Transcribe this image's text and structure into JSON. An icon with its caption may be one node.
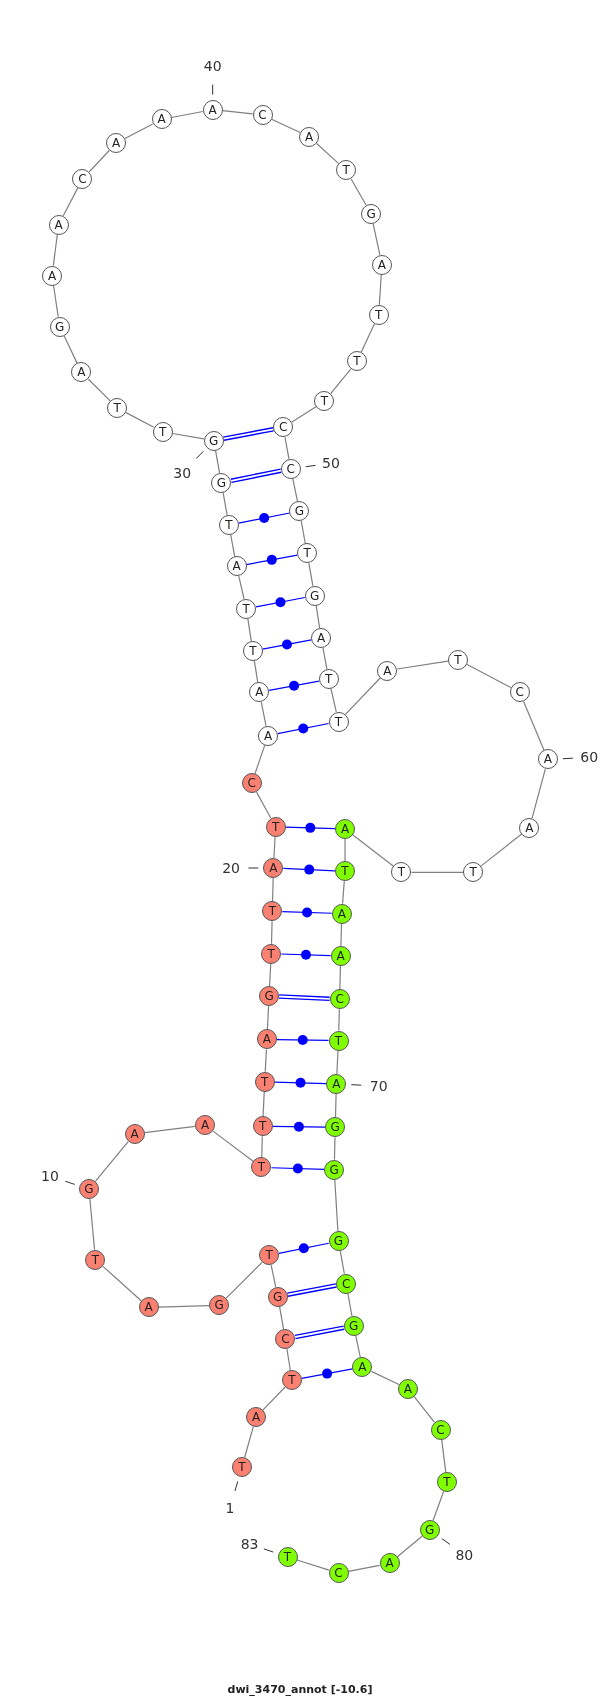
{
  "diagram": {
    "caption": "dwi_3470_annot [-10.6]",
    "nodes": [
      {
        "text": [
          "T"
        ],
        "beside": [
          "1"
        ]
      },
      {
        "text": [
          "A"
        ]
      },
      {
        "text": [
          "T"
        ]
      },
      {
        "text": [
          "C"
        ]
      },
      {
        "text": [
          "G"
        ]
      },
      {
        "text": [
          "T"
        ]
      },
      {
        "text": [
          "G"
        ]
      },
      {
        "text": [
          "A"
        ]
      },
      {
        "text": [
          "T"
        ]
      },
      {
        "text": [
          "G"
        ],
        "beside": [
          "10"
        ]
      },
      {
        "text": [
          "A"
        ]
      },
      {
        "text": [
          "A"
        ]
      },
      {
        "text": [
          "T"
        ]
      },
      {
        "text": [
          "T"
        ]
      },
      {
        "text": [
          "T"
        ]
      },
      {
        "text": [
          "A"
        ]
      },
      {
        "text": [
          "G"
        ]
      },
      {
        "text": [
          "T"
        ]
      },
      {
        "text": [
          "T"
        ]
      },
      {
        "text": [
          "A"
        ],
        "beside": [
          "20"
        ]
      },
      {
        "text": [
          "T"
        ]
      },
      {
        "text": [
          "C"
        ]
      },
      {
        "text": [
          "A"
        ]
      },
      {
        "text": [
          "A"
        ]
      },
      {
        "text": [
          "T"
        ]
      },
      {
        "text": [
          "T"
        ]
      },
      {
        "text": [
          "A"
        ]
      },
      {
        "text": [
          "T"
        ]
      },
      {
        "text": [
          "G"
        ]
      },
      {
        "text": [
          "G"
        ],
        "beside": [
          "30"
        ]
      },
      {
        "text": [
          "T"
        ]
      },
      {
        "text": [
          "T"
        ]
      },
      {
        "text": [
          "A"
        ]
      },
      {
        "text": [
          "G"
        ]
      },
      {
        "text": [
          "A"
        ]
      },
      {
        "text": [
          "A"
        ]
      },
      {
        "text": [
          "C"
        ]
      },
      {
        "text": [
          "A"
        ]
      },
      {
        "text": [
          "A"
        ]
      },
      {
        "text": [
          "A"
        ],
        "beside": [
          "40"
        ]
      },
      {
        "text": [
          "C"
        ]
      },
      {
        "text": [
          "A"
        ]
      },
      {
        "text": [
          "T"
        ]
      },
      {
        "text": [
          "G"
        ]
      },
      {
        "text": [
          "A"
        ]
      },
      {
        "text": [
          "T"
        ]
      },
      {
        "text": [
          "T"
        ]
      },
      {
        "text": [
          "T"
        ]
      },
      {
        "text": [
          "C"
        ]
      },
      {
        "text": [
          "C"
        ],
        "beside": [
          "50"
        ]
      },
      {
        "text": [
          "G"
        ]
      },
      {
        "text": [
          "T"
        ]
      },
      {
        "text": [
          "G"
        ]
      },
      {
        "text": [
          "A"
        ]
      },
      {
        "text": [
          "T"
        ]
      },
      {
        "text": [
          "T"
        ]
      },
      {
        "text": [
          "A"
        ]
      },
      {
        "text": [
          "T"
        ]
      },
      {
        "text": [
          "C"
        ]
      },
      {
        "text": [
          "A"
        ],
        "beside": [
          "60"
        ]
      },
      {
        "text": [
          "A"
        ]
      },
      {
        "text": [
          "T"
        ]
      },
      {
        "text": [
          "T"
        ]
      },
      {
        "text": [
          "A"
        ]
      },
      {
        "text": [
          "T"
        ]
      },
      {
        "text": [
          "A"
        ]
      },
      {
        "text": [
          "A"
        ]
      },
      {
        "text": [
          "C"
        ]
      },
      {
        "text": [
          "T"
        ]
      },
      {
        "text": [
          "A"
        ],
        "beside": [
          "70"
        ]
      },
      {
        "text": [
          "G"
        ]
      },
      {
        "text": [
          "G"
        ]
      },
      {
        "text": [
          "G"
        ]
      },
      {
        "text": [
          "C"
        ]
      },
      {
        "text": [
          "G"
        ]
      },
      {
        "text": [
          "A"
        ]
      },
      {
        "text": [
          "A"
        ]
      },
      {
        "text": [
          "C"
        ]
      },
      {
        "text": [
          "T"
        ]
      },
      {
        "text": [
          "G"
        ],
        "beside": [
          "80"
        ]
      },
      {
        "text": [
          "A"
        ]
      },
      {
        "text": [
          "C"
        ]
      },
      {
        "text": [
          "T"
        ],
        "beside": [
          "83"
        ]
      }
    ],
    "edges": [
      {
        "from": 0,
        "to": 1,
        "arrow": "none"
      },
      {
        "from": 1,
        "to": 2,
        "arrow": "none"
      },
      {
        "from": 2,
        "to": 3,
        "arrow": "none"
      },
      {
        "from": 3,
        "to": 4,
        "arrow": "none"
      },
      {
        "from": 4,
        "to": 5,
        "arrow": "none"
      },
      {
        "from": 5,
        "to": 6,
        "arrow": "none"
      },
      {
        "from": 6,
        "to": 7,
        "arrow": "none"
      },
      {
        "from": 7,
        "to": 8,
        "arrow": "none"
      },
      {
        "from": 8,
        "to": 9,
        "arrow": "none"
      },
      {
        "from": 9,
        "to": 10,
        "arrow": "none"
      },
      {
        "from": 10,
        "to": 11,
        "arrow": "none"
      },
      {
        "from": 11,
        "to": 12,
        "arrow": "none"
      },
      {
        "from": 12,
        "to": 13,
        "arrow": "none"
      },
      {
        "from": 13,
        "to": 14,
        "arrow": "none"
      },
      {
        "from": 14,
        "to": 15,
        "arrow": "none"
      },
      {
        "from": 15,
        "to": 16,
        "arrow": "none"
      },
      {
        "from": 16,
        "to": 17,
        "arrow": "none"
      },
      {
        "from": 17,
        "to": 18,
        "arrow": "none"
      },
      {
        "from": 18,
        "to": 19,
        "arrow": "none"
      },
      {
        "from": 19,
        "to": 20,
        "arrow": "none"
      },
      {
        "from": 20,
        "to": 21,
        "arrow": "none"
      },
      {
        "from": 21,
        "to": 22,
        "arrow": "none"
      },
      {
        "from": 22,
        "to": 23,
        "arrow": "none"
      },
      {
        "from": 23,
        "to": 24,
        "arrow": "none"
      },
      {
        "from": 24,
        "to": 25,
        "arrow": "none"
      },
      {
        "from": 25,
        "to": 26,
        "arrow": "none"
      },
      {
        "from": 26,
        "to": 27,
        "arrow": "none"
      },
      {
        "from": 27,
        "to": 28,
        "arrow": "none"
      },
      {
        "from": 28,
        "to": 29,
        "arrow": "none"
      },
      {
        "from": 29,
        "to": 30,
        "arrow": "none"
      },
      {
        "from": 30,
        "to": 31,
        "arrow": "none"
      },
      {
        "from": 31,
        "to": 32,
        "arrow": "none"
      },
      {
        "from": 32,
        "to": 33,
        "arrow": "none"
      },
      {
        "from": 33,
        "to": 34,
        "arrow": "none"
      },
      {
        "from": 34,
        "to": 35,
        "arrow": "none"
      },
      {
        "from": 35,
        "to": 36,
        "arrow": "none"
      },
      {
        "from": 36,
        "to": 37,
        "arrow": "none"
      },
      {
        "from": 37,
        "to": 38,
        "arrow": "none"
      },
      {
        "from": 38,
        "to": 39,
        "arrow": "none"
      },
      {
        "from": 39,
        "to": 40,
        "arrow": "none"
      },
      {
        "from": 40,
        "to": 41,
        "arrow": "none"
      },
      {
        "from": 41,
        "to": 42,
        "arrow": "none"
      },
      {
        "from": 42,
        "to": 43,
        "arrow": "none"
      },
      {
        "from": 43,
        "to": 44,
        "arrow": "none"
      },
      {
        "from": 44,
        "to": 45,
        "arrow": "none"
      },
      {
        "from": 45,
        "to": 46,
        "arrow": "none"
      },
      {
        "from": 46,
        "to": 47,
        "arrow": "none"
      },
      {
        "from": 47,
        "to": 48,
        "arrow": "none"
      },
      {
        "from": 48,
        "to": 49,
        "arrow": "none"
      },
      {
        "from": 49,
        "to": 50,
        "arrow": "none"
      },
      {
        "from": 50,
        "to": 51,
        "arrow": "none"
      },
      {
        "from": 51,
        "to": 52,
        "arrow": "none"
      },
      {
        "from": 52,
        "to": 53,
        "arrow": "none"
      },
      {
        "from": 53,
        "to": 54,
        "arrow": "none"
      },
      {
        "from": 54,
        "to": 55,
        "arrow": "none"
      },
      {
        "from": 55,
        "to": 56,
        "arrow": "none"
      },
      {
        "from": 56,
        "to": 57,
        "arrow": "none"
      },
      {
        "from": 57,
        "to": 58,
        "arrow": "none"
      },
      {
        "from": 58,
        "to": 59,
        "arrow": "none"
      },
      {
        "from": 59,
        "to": 60,
        "arrow": "none"
      },
      {
        "from": 60,
        "to": 61,
        "arrow": "none"
      },
      {
        "from": 61,
        "to": 62,
        "arrow": "none"
      },
      {
        "from": 62,
        "to": 63,
        "arrow": "none"
      },
      {
        "from": 63,
        "to": 64,
        "arrow": "none"
      },
      {
        "from": 64,
        "to": 65,
        "arrow": "none"
      },
      {
        "from": 65,
        "to": 66,
        "arrow": "none"
      },
      {
        "from": 66,
        "to": 67,
        "arrow": "none"
      },
      {
        "from": 67,
        "to": 68,
        "arrow": "none"
      },
      {
        "from": 68,
        "to": 69,
        "arrow": "none"
      },
      {
        "from": 69,
        "to": 70,
        "arrow": "none"
      },
      {
        "from": 70,
        "to": 71,
        "arrow": "none"
      },
      {
        "from": 71,
        "to": 72,
        "arrow": "none"
      },
      {
        "from": 72,
        "to": 73,
        "arrow": "none"
      },
      {
        "from": 73,
        "to": 74,
        "arrow": "none"
      },
      {
        "from": 74,
        "to": 75,
        "arrow": "none"
      },
      {
        "from": 75,
        "to": 76,
        "arrow": "none"
      },
      {
        "from": 76,
        "to": 77,
        "arrow": "none"
      },
      {
        "from": 77,
        "to": 78,
        "arrow": "none"
      },
      {
        "from": 78,
        "to": 79,
        "arrow": "none"
      },
      {
        "from": 79,
        "to": 80,
        "arrow": "none"
      },
      {
        "from": 80,
        "to": 81,
        "arrow": "none"
      },
      {
        "from": 81,
        "to": 82,
        "arrow": "none"
      },
      {
        "from": 29,
        "to": 48,
        "arrow": "none",
        "style": "thick",
        "color": "#0000ff"
      },
      {
        "from": 28,
        "to": 49,
        "arrow": "none",
        "style": "thick",
        "color": "#0000ff"
      },
      {
        "from": 27,
        "to": 50,
        "arrow": "none",
        "color": "#0000ff"
      },
      {
        "from": 26,
        "to": 51,
        "arrow": "none",
        "color": "#0000ff"
      },
      {
        "from": 25,
        "to": 52,
        "arrow": "none",
        "color": "#0000ff"
      },
      {
        "from": 24,
        "to": 53,
        "arrow": "none",
        "color": "#0000ff"
      },
      {
        "from": 23,
        "to": 54,
        "arrow": "none",
        "color": "#0000ff"
      },
      {
        "from": 22,
        "to": 55,
        "arrow": "none",
        "color": "#0000ff"
      },
      {
        "from": 20,
        "to": 63,
        "arrow": "none",
        "color": "#0000ff"
      },
      {
        "from": 19,
        "to": 64,
        "arrow": "none",
        "color": "#0000ff"
      },
      {
        "from": 18,
        "to": 65,
        "arrow": "none",
        "color": "#0000ff"
      },
      {
        "from": 17,
        "to": 66,
        "arrow": "none",
        "color": "#0000ff"
      },
      {
        "from": 16,
        "to": 67,
        "arrow": "none",
        "style": "thick",
        "color": "#0000ff"
      },
      {
        "from": 15,
        "to": 68,
        "arrow": "none",
        "color": "#0000ff"
      },
      {
        "from": 14,
        "to": 69,
        "arrow": "none",
        "color": "#0000ff"
      },
      {
        "from": 13,
        "to": 70,
        "arrow": "none",
        "color": "#0000ff"
      },
      {
        "from": 12,
        "to": 71,
        "arrow": "none",
        "color": "#0000ff"
      },
      {
        "from": 5,
        "to": 72,
        "arrow": "none",
        "color": "#0000ff"
      },
      {
        "from": 4,
        "to": 73,
        "arrow": "none",
        "style": "thick",
        "color": "#0000ff"
      },
      {
        "from": 3,
        "to": 74,
        "arrow": "none",
        "style": "thick",
        "color": "#0000ff"
      },
      {
        "from": 2,
        "to": 75,
        "arrow": "none",
        "color": "#0000ff"
      }
    ]
  }
}
